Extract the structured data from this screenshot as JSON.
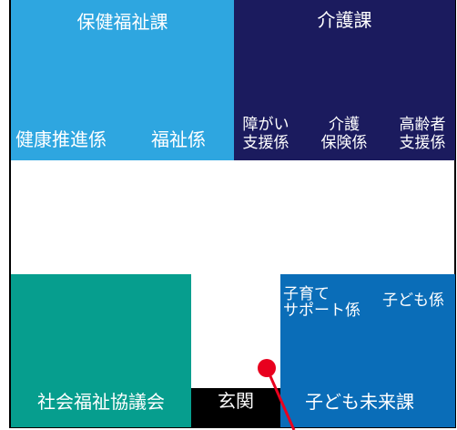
{
  "rooms": {
    "hoken_fukushi": {
      "name": "保健福祉課",
      "sections": [
        "健康推進係",
        "福祉係"
      ],
      "color": "#2ea6e0"
    },
    "kaigo": {
      "name": "介護課",
      "sections": [
        [
          "障がい",
          "支援係"
        ],
        [
          "介護",
          "保険係"
        ],
        [
          "高齢者",
          "支援係"
        ]
      ],
      "color": "#1b1b5e"
    },
    "shakyo": {
      "name": "社会福祉協議会",
      "color": "#069e8e"
    },
    "kodomo_mirai": {
      "name": "子ども未来課",
      "sections": [
        [
          "子育て",
          "サポート係"
        ],
        "子ども係"
      ],
      "color": "#0a6db8"
    },
    "genkan": {
      "name": "玄関",
      "color": "#000000"
    }
  },
  "marker": {
    "color": "#e8001e"
  }
}
